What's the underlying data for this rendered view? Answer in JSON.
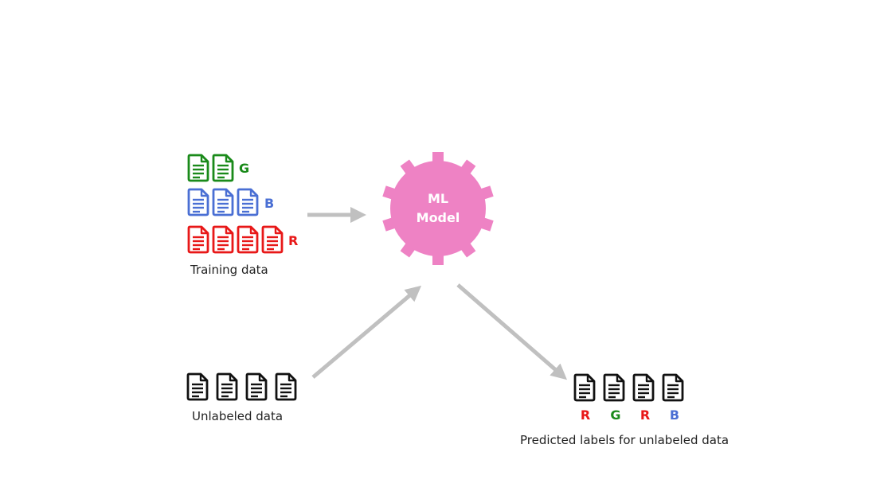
{
  "colors": {
    "green": "#1a8a1a",
    "blue": "#4a6fd4",
    "red": "#e81818",
    "black": "#111111",
    "gear": "#ee82c4",
    "arrow": "#c0c0c0"
  },
  "training": {
    "rows": [
      {
        "letter": "G",
        "color": "green",
        "count": 2
      },
      {
        "letter": "B",
        "color": "blue",
        "count": 3
      },
      {
        "letter": "R",
        "color": "red",
        "count": 4
      }
    ],
    "caption": "Training data"
  },
  "model": {
    "line1": "ML",
    "line2": "Model",
    "icon": "gear-icon"
  },
  "unlabeled": {
    "count": 4,
    "caption": "Unlabeled data"
  },
  "predicted": {
    "labels": [
      {
        "letter": "R",
        "color": "red"
      },
      {
        "letter": "G",
        "color": "green"
      },
      {
        "letter": "R",
        "color": "red"
      },
      {
        "letter": "B",
        "color": "blue"
      }
    ],
    "caption": "Predicted labels for unlabeled data"
  }
}
